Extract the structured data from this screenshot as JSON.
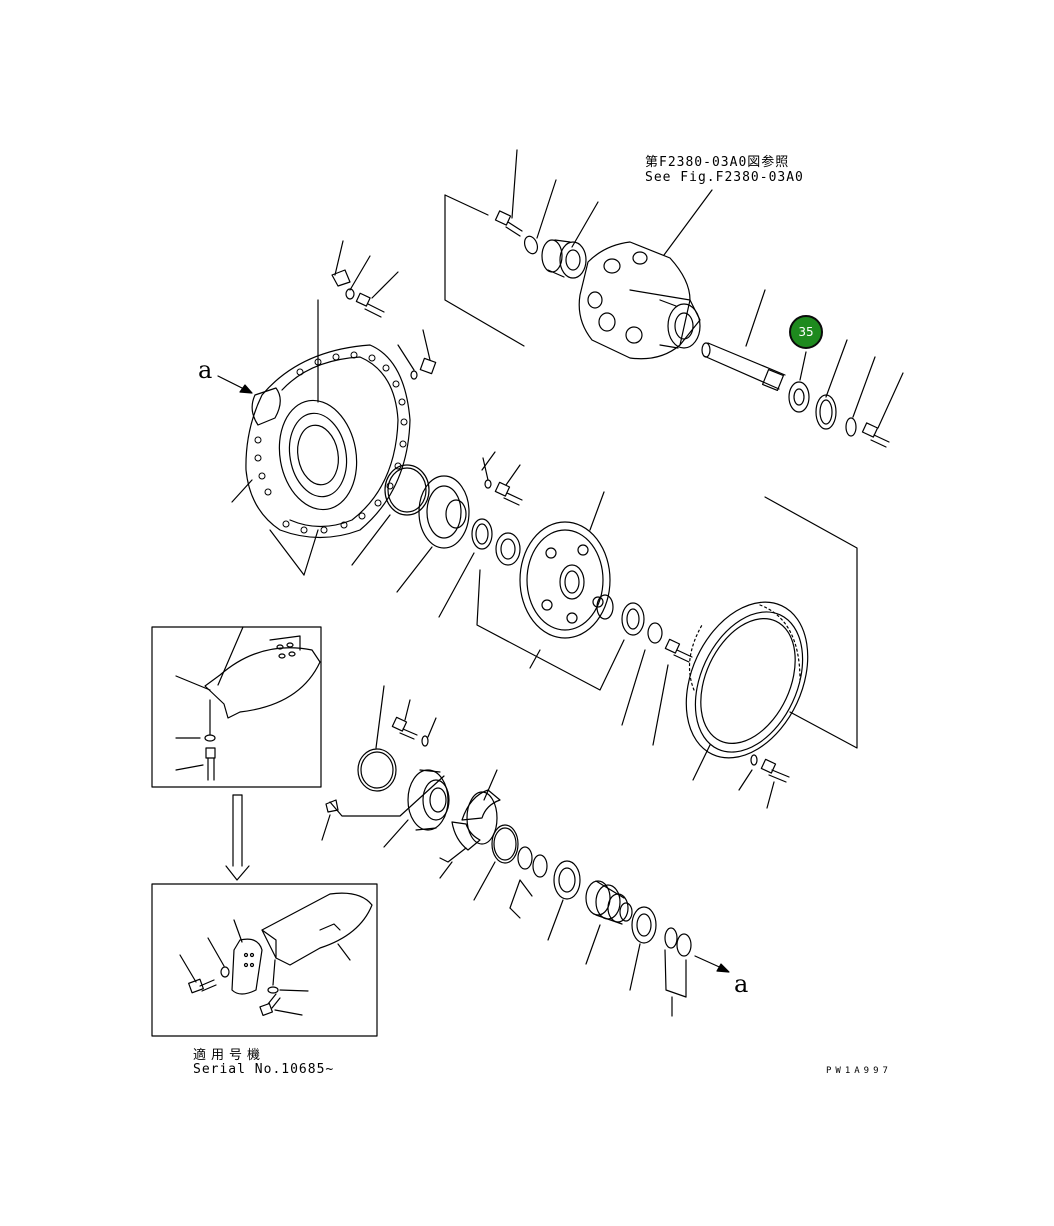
{
  "reference": {
    "jp": "第F2380-03A0図参照",
    "en": "See Fig.F2380-03A0"
  },
  "view_marker_left": "a",
  "view_marker_right": "a",
  "serial_block": {
    "jp": "適用号機",
    "en": "Serial No.10685~"
  },
  "drawing_code": "PW1A997",
  "callout": {
    "label": "35",
    "color": "#1e8a1e"
  }
}
